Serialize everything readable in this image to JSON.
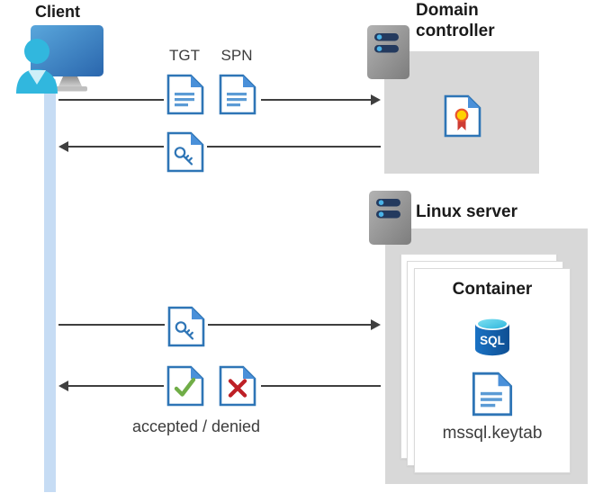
{
  "client": {
    "label": "Client"
  },
  "domain_controller": {
    "label": "Domain controller"
  },
  "linux_server": {
    "label": "Linux server"
  },
  "container": {
    "label": "Container",
    "keytab_file": "mssql.keytab"
  },
  "tickets": {
    "tgt_label": "TGT",
    "spn_label": "SPN"
  },
  "response": {
    "accepted_denied_label": "accepted / denied"
  },
  "sql": {
    "badge_text": "SQL"
  },
  "colors": {
    "doc_blue": "#2E75B6",
    "doc_fold_blue": "#4A90D9",
    "doc_line_blue": "#5B9BD5",
    "accepted_green": "#70AD47",
    "denied_red": "#BE2026",
    "panel_gray": "#D8D8D8",
    "arrow_gray": "#3F3F3F",
    "client_ribbon_blue": "#C6DCF4",
    "sql_cyan": "#3FC6E4",
    "sql_blue": "#1263B0",
    "server_bar_navy": "#243A5E",
    "medal_yellow": "#FFD200",
    "medal_red": "#CE3C34"
  }
}
